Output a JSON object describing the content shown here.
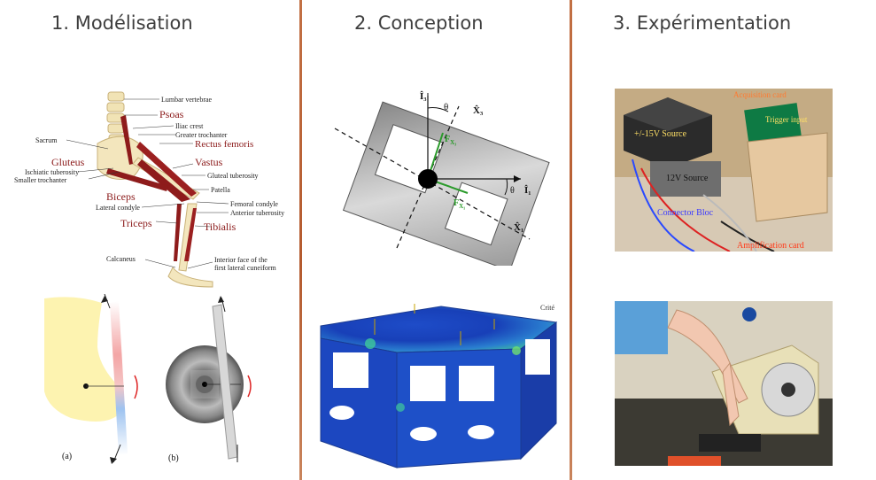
{
  "columns": {
    "modelisation": {
      "title": "1. Modélisation"
    },
    "conception": {
      "title": "2. Conception"
    },
    "experimentation": {
      "title": "3. Expérimentation"
    }
  },
  "anatomy": {
    "labels": {
      "lumbar": "Lumbar vertebrae",
      "psoas": "Psoas",
      "iliac": "Iliac crest",
      "greater_trochanter": "Greater trochanter",
      "sacrum": "Sacrum",
      "rectus": "Rectus femoris",
      "gluteus": "Gluteus",
      "ischiatic": "Ischiatic tuberosity",
      "smaller_trochanter": "Smaller trochanter",
      "vastus": "Vastus",
      "gluteal_tuberosity": "Gluteal tuberosity",
      "biceps": "Biceps",
      "patella": "Patella",
      "lateral_condyle": "Lateral condyle",
      "femoral_condyle": "Femoral condyle",
      "anterior_tuberosity": "Anterior tuberosity",
      "triceps": "Triceps",
      "tibialis": "Tibialis",
      "calcaneus": "Calcaneus",
      "interior_face_1": "Interior face of the",
      "interior_face_2": "first lateral cuneiform"
    },
    "sublabel_a": "(a)",
    "sublabel_b": "(b)"
  },
  "mechanics": {
    "axis_i3": "Î₃",
    "axis_x3": "X̂₃",
    "axis_i1": "Î₁",
    "axis_x1": "X̂₁",
    "theta": "θ",
    "force_x3": "F",
    "force_x3_sub": "X₃",
    "force_x1": "F",
    "force_x1_sub": "X₁"
  },
  "fem": {
    "corner_label": "Crité"
  },
  "electronics": {
    "acquisition": "Acquisition card",
    "trigger": "Trigger input",
    "source15": "+/-15V Source",
    "source12": "12V Source",
    "connector": "Connector Bloc",
    "amplification": "Amplification card"
  },
  "colors": {
    "muscle_label": "#8b1a1a",
    "force": "#2a9a2a",
    "label_yellow": "#ffe066",
    "label_orange": "#ff7a30",
    "label_blue": "#3a3aff",
    "divider": "#b45a2e"
  }
}
